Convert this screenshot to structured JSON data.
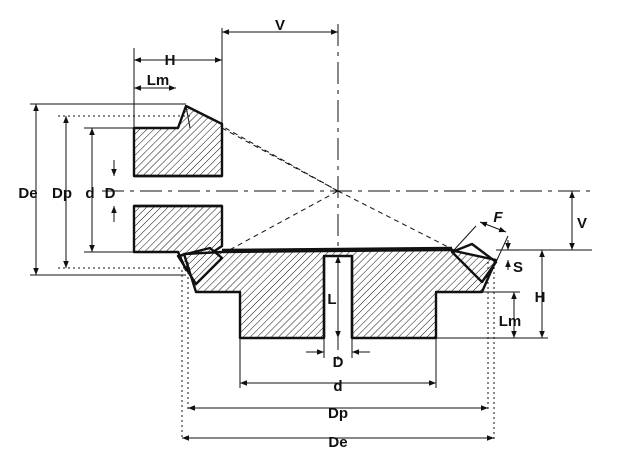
{
  "labels": {
    "pinion_H": "H",
    "pinion_Lm": "Lm",
    "V_top": "V",
    "pinion_De": "De",
    "pinion_Dp": "Dp",
    "pinion_d": "d",
    "pinion_D": "D",
    "F": "F",
    "V_right": "V",
    "S": "S",
    "gear_H": "H",
    "gear_L": "L",
    "gear_Lm": "Lm",
    "gear_D": "D",
    "gear_d": "d",
    "gear_Dp": "Dp",
    "gear_De": "De"
  },
  "colors": {
    "ink": "#111111",
    "background": "#ffffff"
  }
}
